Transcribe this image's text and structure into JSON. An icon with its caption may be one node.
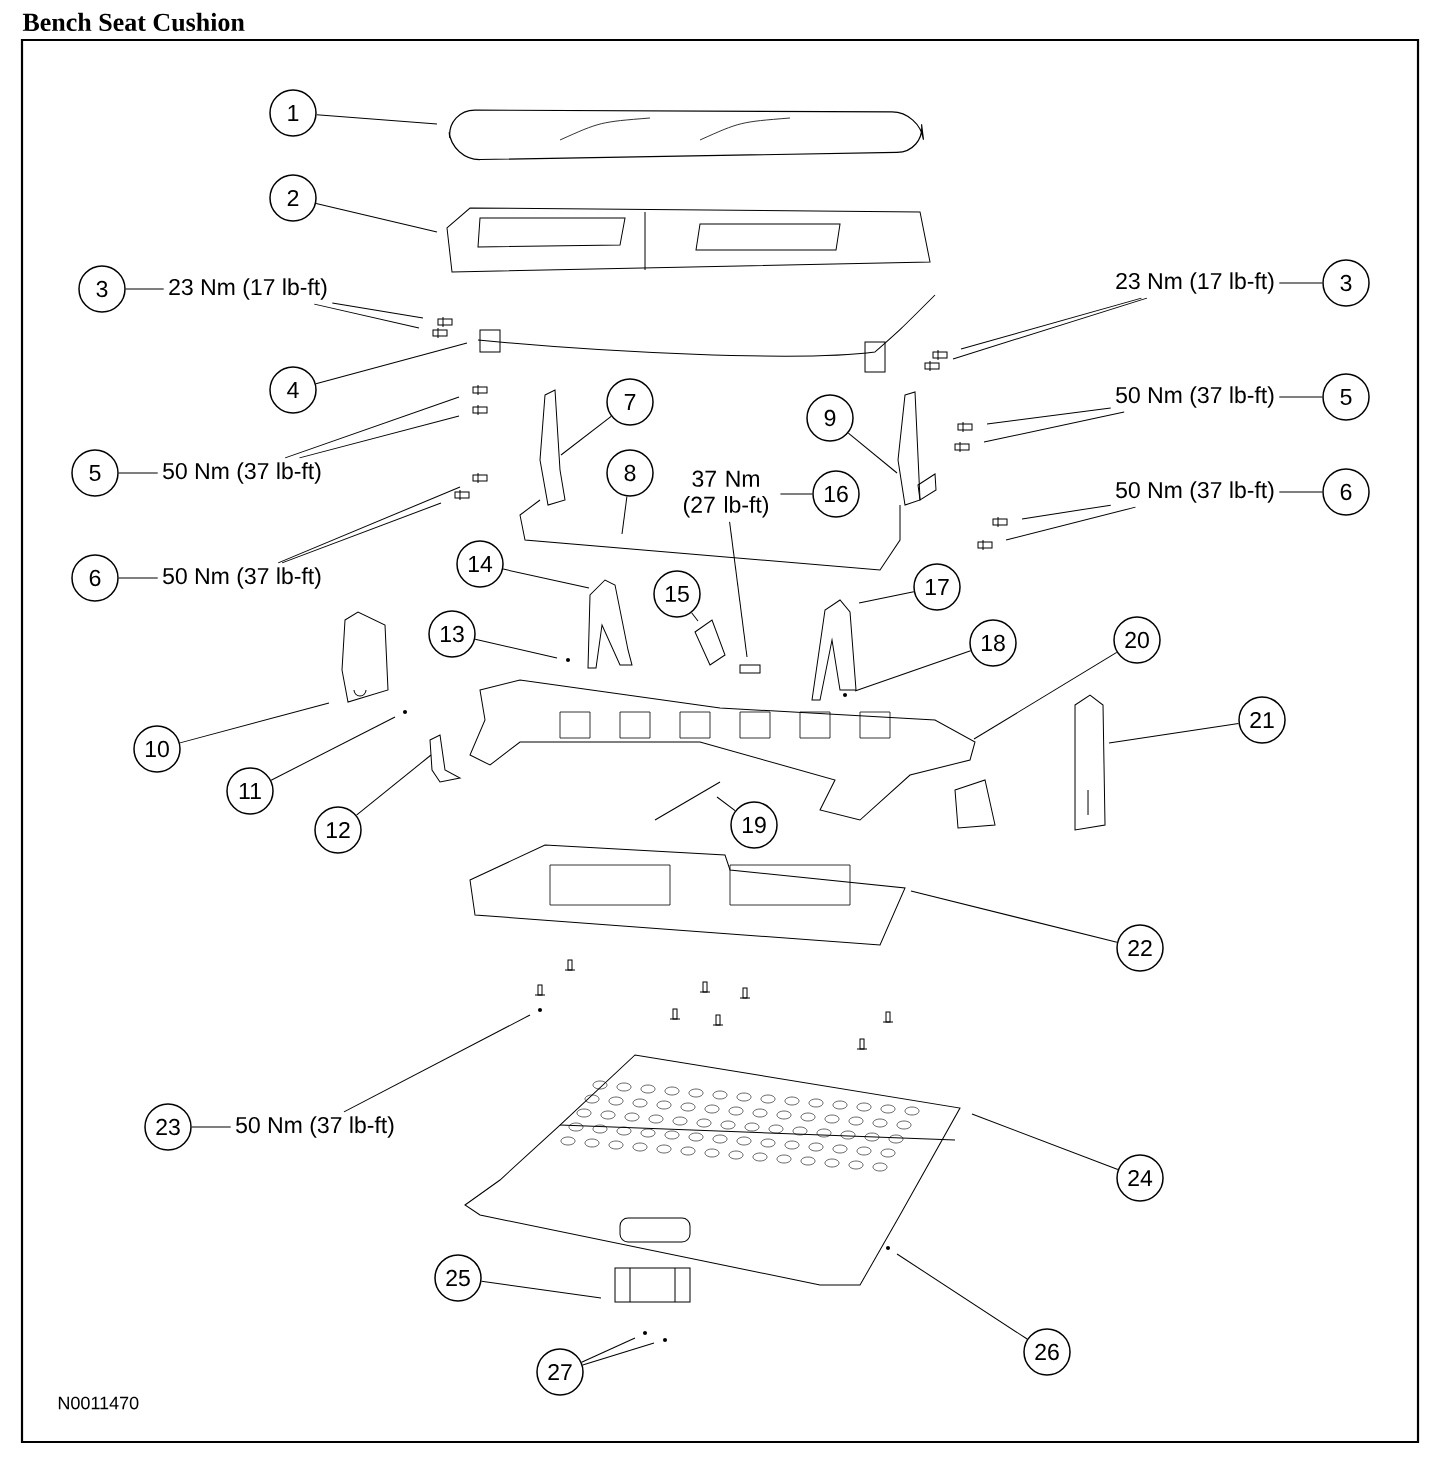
{
  "diagram": {
    "title": "Bench Seat Cushion",
    "nodes": [
      {
        "text": [
          "1"
        ]
      },
      {
        "text": [
          "2"
        ]
      },
      {
        "text": [
          "3"
        ]
      },
      {
        "text": [
          "23 Nm (17 lb-ft)"
        ]
      },
      {
        "text": [
          "23 Nm (17 lb-ft)"
        ]
      },
      {
        "text": [
          "3"
        ]
      },
      {
        "text": [
          "4"
        ]
      },
      {
        "text": [
          "50 Nm (37 lb-ft)"
        ]
      },
      {
        "text": [
          "5"
        ]
      },
      {
        "text": [
          "7"
        ]
      },
      {
        "text": [
          "9"
        ]
      },
      {
        "text": [
          "5"
        ]
      },
      {
        "text": [
          "50 Nm (37 lb-ft)"
        ]
      },
      {
        "text": [
          "8"
        ]
      },
      {
        "text": [
          "37 Nm (27 lb-ft)"
        ]
      },
      {
        "text": [
          "16"
        ]
      },
      {
        "text": [
          "50 Nm (37 lb-ft)"
        ]
      },
      {
        "text": [
          "6"
        ]
      },
      {
        "text": [
          "6"
        ]
      },
      {
        "text": [
          "50 Nm (37 lb-ft)"
        ]
      },
      {
        "text": [
          "14"
        ]
      },
      {
        "text": [
          "15"
        ]
      },
      {
        "text": [
          "17"
        ]
      },
      {
        "text": [
          "13"
        ]
      },
      {
        "text": [
          "18"
        ]
      },
      {
        "text": [
          "20"
        ]
      },
      {
        "text": [
          "21"
        ]
      },
      {
        "text": [
          "10"
        ]
      },
      {
        "text": [
          "11"
        ]
      },
      {
        "text": [
          "12"
        ]
      },
      {
        "text": [
          "19"
        ]
      },
      {
        "text": [
          "22"
        ]
      },
      {
        "text": [
          "23"
        ]
      },
      {
        "text": [
          "50 Nm (37 lb-ft)"
        ]
      },
      {
        "text": [
          "24"
        ]
      },
      {
        "text": [
          "25"
        ]
      },
      {
        "text": [
          "26"
        ]
      },
      {
        "text": [
          "27"
        ]
      }
    ],
    "edges": [
      {
        "from": 0,
        "to": null,
        "arrow": "none"
      },
      {
        "from": 1,
        "to": null,
        "arrow": "none"
      },
      {
        "from": 2,
        "to": 3,
        "arrow": "none"
      },
      {
        "from": 3,
        "to": null,
        "arrow": "none"
      },
      {
        "from": 3,
        "to": null,
        "arrow": "none"
      },
      {
        "from": 5,
        "to": 4,
        "arrow": "none"
      },
      {
        "from": 4,
        "to": null,
        "arrow": "none"
      },
      {
        "from": 4,
        "to": null,
        "arrow": "none"
      },
      {
        "from": 6,
        "to": null,
        "arrow": "none"
      },
      {
        "from": 8,
        "to": 7,
        "arrow": "none"
      },
      {
        "from": 7,
        "to": null,
        "arrow": "none"
      },
      {
        "from": 7,
        "to": null,
        "arrow": "none"
      },
      {
        "from": 9,
        "to": null,
        "arrow": "none"
      },
      {
        "from": 10,
        "to": null,
        "arrow": "none"
      },
      {
        "from": 11,
        "to": 12,
        "arrow": "none"
      },
      {
        "from": 12,
        "to": null,
        "arrow": "none"
      },
      {
        "from": 12,
        "to": null,
        "arrow": "none"
      },
      {
        "from": 13,
        "to": null,
        "arrow": "none"
      },
      {
        "from": 15,
        "to": 14,
        "arrow": "none"
      },
      {
        "from": 14,
        "to": null,
        "arrow": "none"
      },
      {
        "from": 17,
        "to": 16,
        "arrow": "none"
      },
      {
        "from": 16,
        "to": null,
        "arrow": "none"
      },
      {
        "from": 16,
        "to": null,
        "arrow": "none"
      },
      {
        "from": 18,
        "to": 19,
        "arrow": "none"
      },
      {
        "from": 19,
        "to": null,
        "arrow": "none"
      },
      {
        "from": 19,
        "to": null,
        "arrow": "none"
      },
      {
        "from": 20,
        "to": null,
        "arrow": "none"
      },
      {
        "from": 21,
        "to": null,
        "arrow": "none"
      },
      {
        "from": 22,
        "to": null,
        "arrow": "none"
      },
      {
        "from": 23,
        "to": null,
        "arrow": "none"
      },
      {
        "from": 24,
        "to": null,
        "arrow": "none"
      },
      {
        "from": 25,
        "to": null,
        "arrow": "none"
      },
      {
        "from": 26,
        "to": null,
        "arrow": "none"
      },
      {
        "from": 27,
        "to": null,
        "arrow": "none"
      },
      {
        "from": 28,
        "to": null,
        "arrow": "none"
      },
      {
        "from": 29,
        "to": null,
        "arrow": "none"
      },
      {
        "from": 30,
        "to": null,
        "arrow": "none"
      },
      {
        "from": 31,
        "to": null,
        "arrow": "none"
      },
      {
        "from": 32,
        "to": 33,
        "arrow": "none"
      },
      {
        "from": 33,
        "to": null,
        "arrow": "none"
      },
      {
        "from": 34,
        "to": null,
        "arrow": "none"
      },
      {
        "from": 35,
        "to": null,
        "arrow": "none"
      },
      {
        "from": 36,
        "to": null,
        "arrow": "none"
      },
      {
        "from": 37,
        "to": null,
        "arrow": "none"
      },
      {
        "from": 37,
        "to": null,
        "arrow": "none"
      }
    ],
    "labels": [
      "N0011470"
    ]
  }
}
